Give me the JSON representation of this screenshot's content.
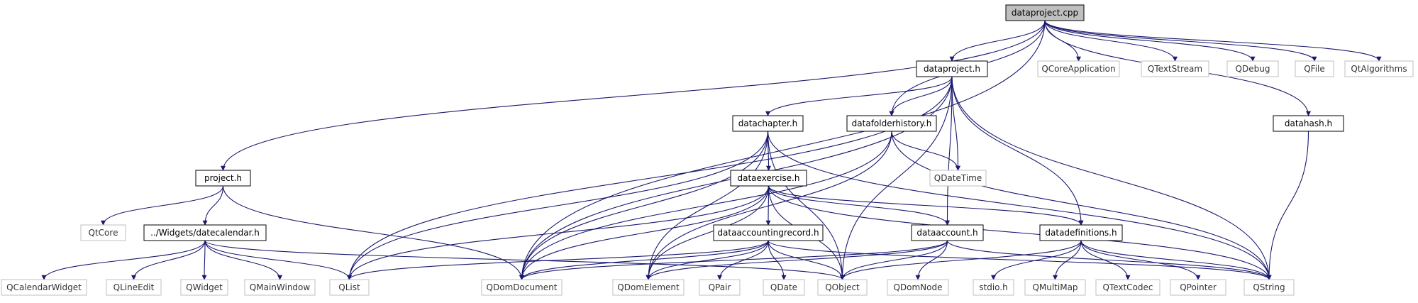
{
  "diagram": {
    "root": "dataproject.cpp",
    "nodes": {
      "dataproject_cpp": "dataproject.cpp",
      "dataproject_h": "dataproject.h",
      "project_h": "project.h",
      "qcoreapp": "QCoreApplication",
      "qtextstream": "QTextStream",
      "qdebug": "QDebug",
      "qfile": "QFile",
      "qtalgorithms": "QtAlgorithms",
      "datachapter_h": "datachapter.h",
      "datafolderhistory_h": "datafolderhistory.h",
      "datahash_h": "datahash.h",
      "qdatetime": "QDateTime",
      "dataexercise_h": "dataexercise.h",
      "qtcore": "QtCore",
      "datecalendar_h": "../Widgets/datecalendar.h",
      "dataaccountingrecord_h": "dataaccountingrecord.h",
      "dataaccount_h": "dataaccount.h",
      "datadefinitions_h": "datadefinitions.h",
      "qcalendarwidget": "QCalendarWidget",
      "qlineedit": "QLineEdit",
      "qwidget": "QWidget",
      "qmainwindow": "QMainWindow",
      "qlist": "QList",
      "qdomdocument": "QDomDocument",
      "qdomelement": "QDomElement",
      "qpair": "QPair",
      "qdate": "QDate",
      "qobject": "QObject",
      "qdomnode": "QDomNode",
      "stdio_h": "stdio.h",
      "qmultimap": "QMultiMap",
      "qtextcodec": "QTextCodec",
      "qpointer": "QPointer",
      "qstring": "QString"
    },
    "edges": [
      [
        "dataproject_cpp",
        "dataproject_h"
      ],
      [
        "dataproject_cpp",
        "project_h"
      ],
      [
        "dataproject_cpp",
        "qcoreapp"
      ],
      [
        "dataproject_cpp",
        "qtextstream"
      ],
      [
        "dataproject_cpp",
        "qdebug"
      ],
      [
        "dataproject_cpp",
        "qfile"
      ],
      [
        "dataproject_cpp",
        "qtalgorithms"
      ],
      [
        "dataproject_cpp",
        "datafolderhistory_h"
      ],
      [
        "dataproject_cpp",
        "datahash_h"
      ],
      [
        "dataproject_cpp",
        "qdomdocument"
      ],
      [
        "dataproject_h",
        "datachapter_h"
      ],
      [
        "dataproject_h",
        "datafolderhistory_h"
      ],
      [
        "dataproject_h",
        "qdatetime"
      ],
      [
        "dataproject_h",
        "dataaccount_h"
      ],
      [
        "dataproject_h",
        "datadefinitions_h"
      ],
      [
        "dataproject_h",
        "qobject"
      ],
      [
        "dataproject_h",
        "qstring"
      ],
      [
        "dataproject_h",
        "qlist"
      ],
      [
        "dataproject_h",
        "qdomdocument"
      ],
      [
        "project_h",
        "qtcore"
      ],
      [
        "project_h",
        "datecalendar_h"
      ],
      [
        "project_h",
        "qdomdocument"
      ],
      [
        "datachapter_h",
        "dataexercise_h"
      ],
      [
        "datachapter_h",
        "qlist"
      ],
      [
        "datachapter_h",
        "qdomdocument"
      ],
      [
        "datachapter_h",
        "qdomelement"
      ],
      [
        "datachapter_h",
        "qobject"
      ],
      [
        "datachapter_h",
        "qstring"
      ],
      [
        "datafolderhistory_h",
        "qdatetime"
      ],
      [
        "datafolderhistory_h",
        "qdomdocument"
      ],
      [
        "datafolderhistory_h",
        "qdomelement"
      ],
      [
        "datafolderhistory_h",
        "qstring"
      ],
      [
        "datahash_h",
        "qstring"
      ],
      [
        "dataexercise_h",
        "dataaccountingrecord_h"
      ],
      [
        "dataexercise_h",
        "dataaccount_h"
      ],
      [
        "dataexercise_h",
        "datadefinitions_h"
      ],
      [
        "dataexercise_h",
        "qlist"
      ],
      [
        "dataexercise_h",
        "qdomdocument"
      ],
      [
        "dataexercise_h",
        "qdomelement"
      ],
      [
        "dataexercise_h",
        "qobject"
      ],
      [
        "dataexercise_h",
        "qstring"
      ],
      [
        "datecalendar_h",
        "qcalendarwidget"
      ],
      [
        "datecalendar_h",
        "qlineedit"
      ],
      [
        "datecalendar_h",
        "qwidget"
      ],
      [
        "datecalendar_h",
        "qmainwindow"
      ],
      [
        "datecalendar_h",
        "qlist"
      ],
      [
        "datecalendar_h",
        "qobject"
      ],
      [
        "dataaccountingrecord_h",
        "qlist"
      ],
      [
        "dataaccountingrecord_h",
        "qdomdocument"
      ],
      [
        "dataaccountingrecord_h",
        "qdomelement"
      ],
      [
        "dataaccountingrecord_h",
        "qpair"
      ],
      [
        "dataaccountingrecord_h",
        "qdate"
      ],
      [
        "dataaccountingrecord_h",
        "qobject"
      ],
      [
        "dataaccountingrecord_h",
        "qstring"
      ],
      [
        "dataaccount_h",
        "qdomdocument"
      ],
      [
        "dataaccount_h",
        "qdomelement"
      ],
      [
        "dataaccount_h",
        "qobject"
      ],
      [
        "dataaccount_h",
        "qdomnode"
      ],
      [
        "dataaccount_h",
        "qstring"
      ],
      [
        "datadefinitions_h",
        "qobject"
      ],
      [
        "datadefinitions_h",
        "stdio_h"
      ],
      [
        "datadefinitions_h",
        "qmultimap"
      ],
      [
        "datadefinitions_h",
        "qtextcodec"
      ],
      [
        "datadefinitions_h",
        "qpointer"
      ],
      [
        "datadefinitions_h",
        "qstring"
      ]
    ],
    "colors": {
      "edge": "#191970",
      "root_fill": "#bfbfbf",
      "node_border": "#000000",
      "external_border": "#bfbfbf"
    }
  }
}
